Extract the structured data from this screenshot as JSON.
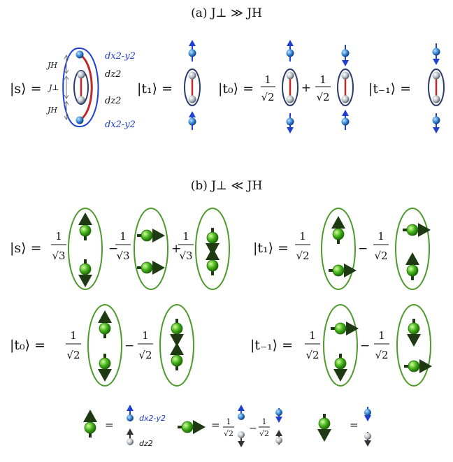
{
  "panel_a": {
    "title": "(a) J⊥ ≫ JH",
    "labels": {
      "dx2y2_top": "dx2-y2",
      "dz2_top": "dz2",
      "dz2_bottom": "dz2",
      "dx2y2_bottom": "dx2-y2",
      "JH_top": "JH",
      "Jperp": "J⊥",
      "JH_bottom": "JH"
    },
    "states": {
      "s": "|s⟩ =",
      "t1": "|t₁⟩ =",
      "t0": "|t₀⟩ =",
      "tm1": "|t₋₁⟩ ="
    },
    "coef": {
      "num": "1",
      "den": "√2",
      "plus": "+"
    }
  },
  "panel_b": {
    "title": "(b) J⊥ ≪ JH",
    "states": {
      "s": "|s⟩ =",
      "t1": "|t₁⟩ =",
      "t0": "|t₀⟩ =",
      "tm1": "|t₋₁⟩ ="
    },
    "coef": {
      "num": "1",
      "den2": "√2",
      "den3": "√3",
      "minus": "−",
      "plus": "+"
    }
  },
  "legend": {
    "eq": "=",
    "dx2y2": "dx2-y2",
    "dz2": "dz2",
    "num": "1",
    "den": "√2",
    "minus": "−"
  },
  "colors": {
    "blue_orbital": "#1f3fd0",
    "dark_outline": "#2c3a6e",
    "red_bond": "#c0282a",
    "green_ellipse": "#4e9a2c",
    "green_ball": "#3fa41d",
    "dark_arrow": "#1d3a12"
  }
}
